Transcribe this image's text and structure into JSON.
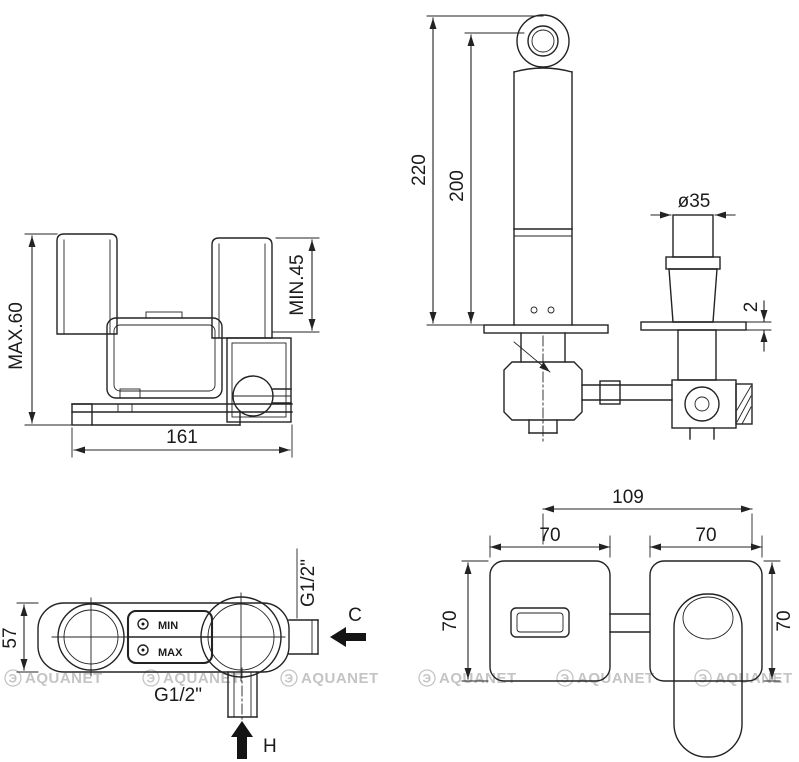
{
  "views": {
    "rough_front": {
      "max_depth": "MAX.60",
      "min_depth": "MIN.45",
      "width": "161"
    },
    "side": {
      "height_total": "220",
      "height_projection": "200",
      "handle_diameter": "ø35",
      "plate_thickness": "2"
    },
    "top": {
      "depth": "57",
      "thread_side": "G1/2\"",
      "thread_bottom": "G1/2\"",
      "cold_label": "C",
      "hot_label": "H",
      "min_label": "MIN",
      "max_label": "MAX"
    },
    "installed": {
      "distance": "109",
      "left_plate_width": "70",
      "right_plate_width": "70",
      "left_plate_height": "70",
      "right_plate_height": "70"
    }
  },
  "watermark": {
    "logo": "Э",
    "text": "AQUANET"
  }
}
